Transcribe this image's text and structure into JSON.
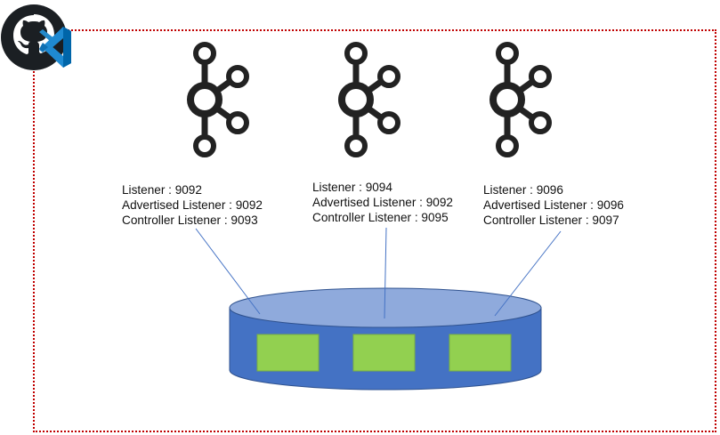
{
  "logos": [
    {
      "name": "github-icon"
    },
    {
      "name": "vscode-icon"
    }
  ],
  "brokers": [
    {
      "lines": [
        "Listener : 9092",
        "Advertised Listener : 9092",
        "Controller Listener : 9093"
      ]
    },
    {
      "lines": [
        "Listener : 9094",
        "Advertised Listener : 9092",
        "Controller Listener : 9095"
      ]
    },
    {
      "lines": [
        "Listener : 9096",
        "Advertised Listener : 9096",
        "Controller Listener : 9097"
      ]
    }
  ],
  "colors": {
    "frame": "#c00000",
    "cylinder_body": "#4472c4",
    "cylinder_top": "#8faadc",
    "partition": "#92d050",
    "connector": "#4472c4",
    "kafka_icon": "#222222",
    "github": "#1b1f23",
    "vscode": "#1f8ad2"
  }
}
